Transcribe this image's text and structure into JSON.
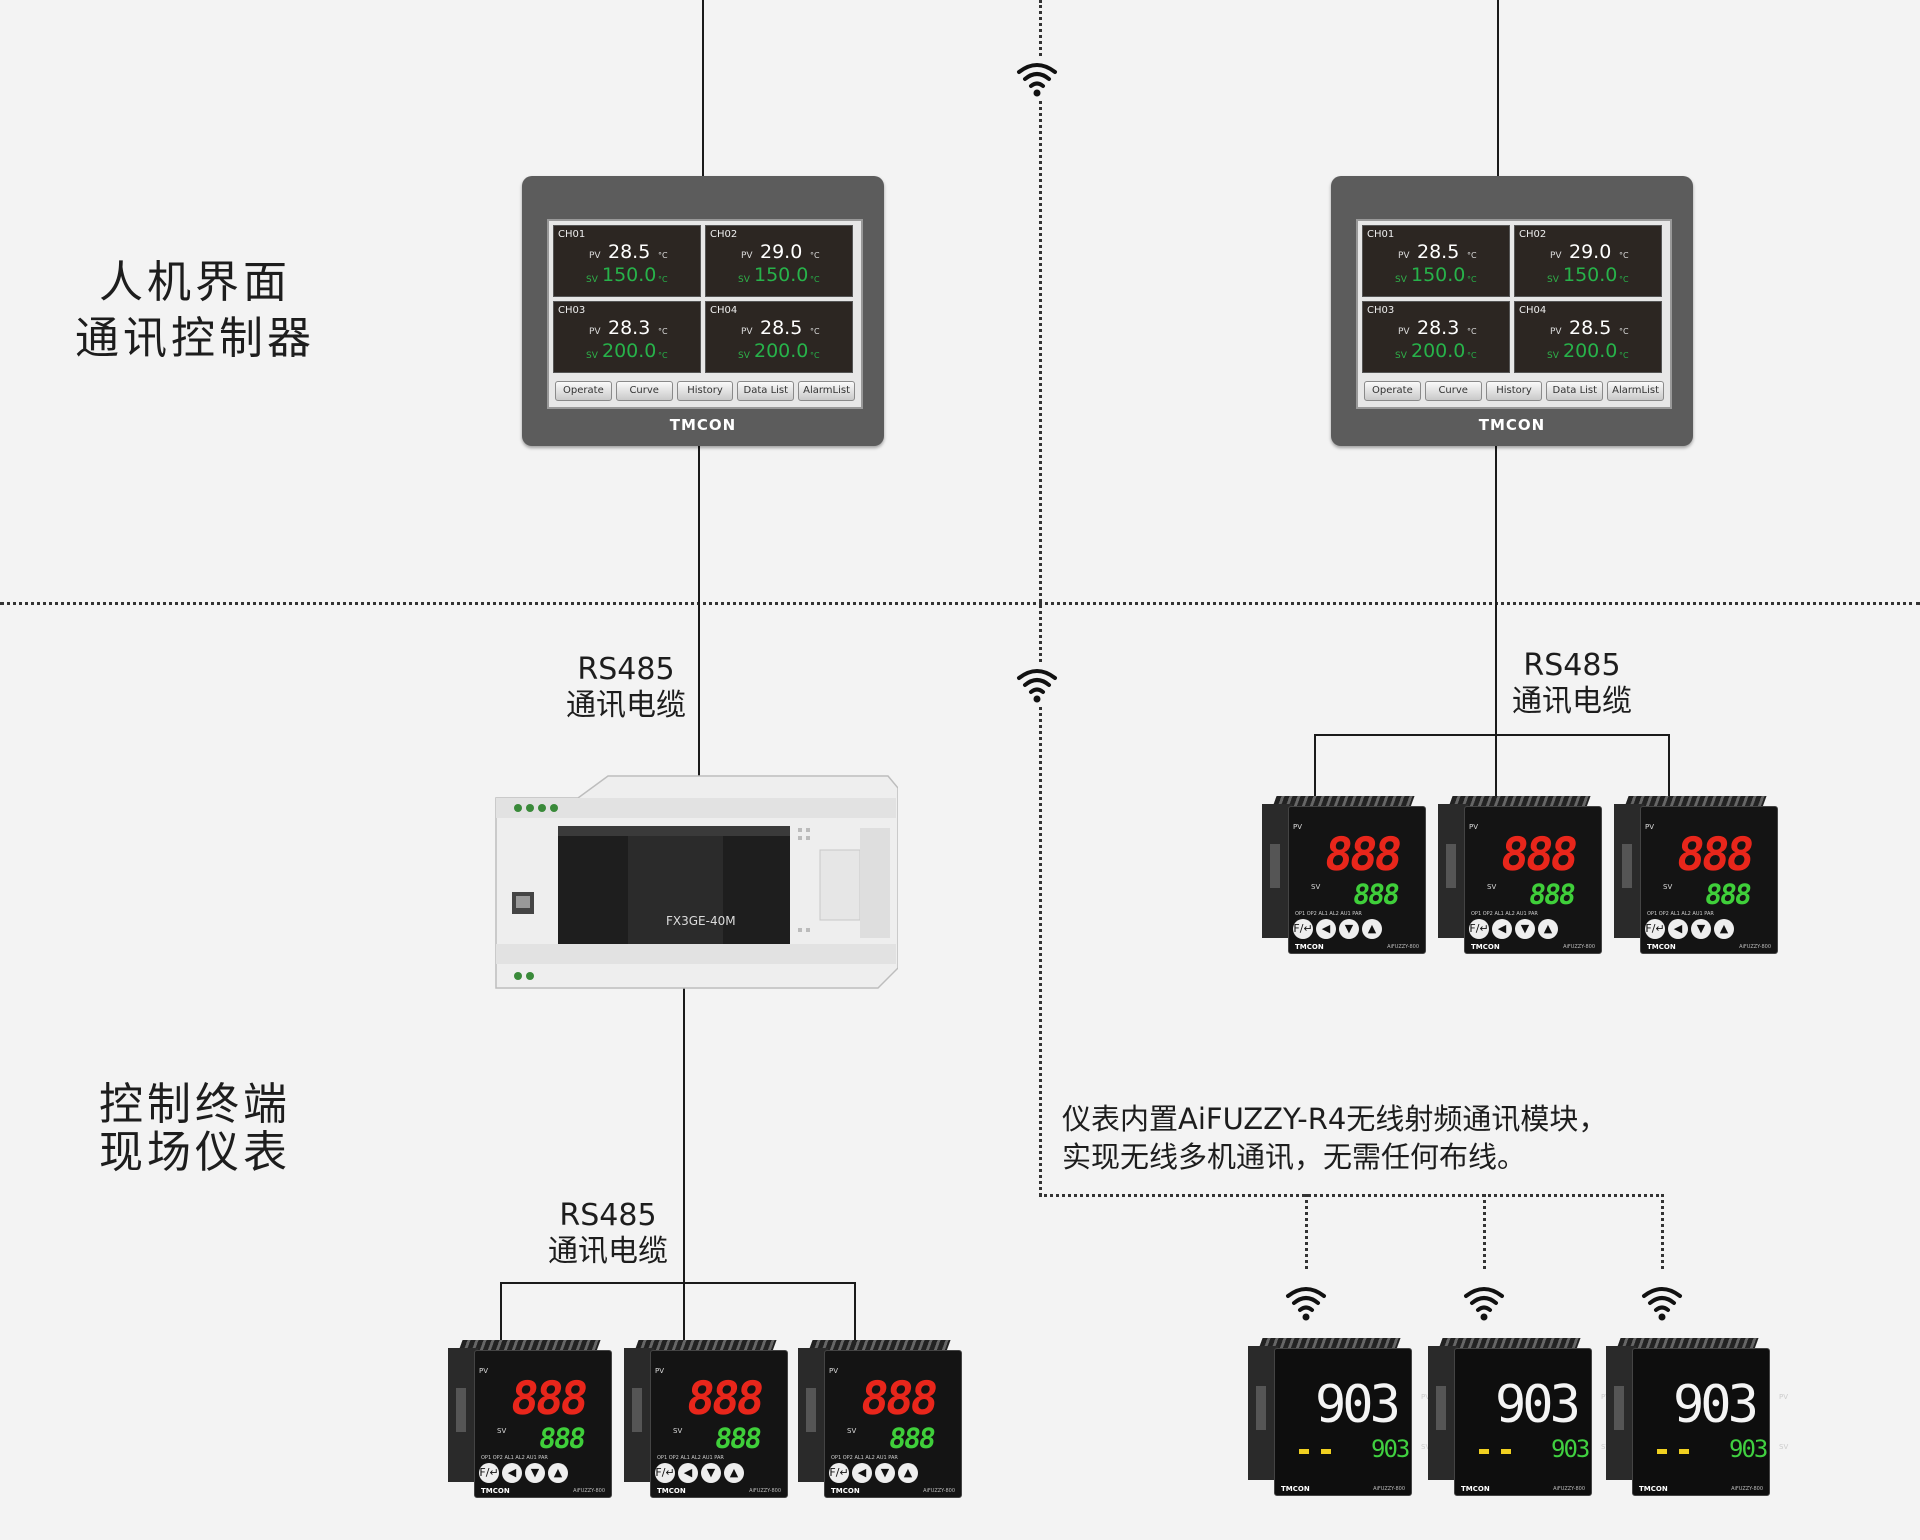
{
  "labels": {
    "layer_hmi_line1": "人机界面",
    "layer_hmi_line2": "通讯控制器",
    "layer_field_line1": "控制终端",
    "layer_field_line2": "现场仪表",
    "cable_1_line1": "RS485",
    "cable_1_line2": "通讯电缆",
    "cable_2_line1": "RS485",
    "cable_2_line2": "通讯电缆",
    "cable_3_line1": "RS485",
    "cable_3_line2": "通讯电缆",
    "note_line1": "仪表内置AiFUZZY-R4无线射频通讯模块，",
    "note_line2": "实现无线多机通讯，无需任何布线。"
  },
  "hmi": {
    "brand": "TMCON",
    "pv_label": "PV",
    "sv_label": "SV",
    "unit": "°C",
    "channels": [
      {
        "name": "CH01",
        "pv": "28.5",
        "sv": "150.0"
      },
      {
        "name": "CH02",
        "pv": "29.0",
        "sv": "150.0"
      },
      {
        "name": "CH03",
        "pv": "28.3",
        "sv": "200.0"
      },
      {
        "name": "CH04",
        "pv": "28.5",
        "sv": "200.0"
      }
    ],
    "buttons": [
      "Operate",
      "Curve",
      "History",
      "Data List",
      "AlarmList"
    ]
  },
  "plc": {
    "model": "FX3GE-40M"
  },
  "controller": {
    "pv_label": "PV",
    "sv_label": "SV",
    "pv_display": "888",
    "sv_display": "888",
    "indicators": "OP1 OP2 AL1 AL2 AU1 PAR",
    "brand": "TMCON",
    "model": "AiFUZZY-800",
    "keys": [
      "F/↵",
      "◀",
      "▼",
      "▲"
    ]
  },
  "wireless_controller": {
    "pv_display": "903",
    "sv_display": "903",
    "pv_unit": "PV",
    "sv_unit": "SV",
    "brand": "TMCON",
    "model": "AiFUZZY-800"
  },
  "colors": {
    "background": "#f3f3f3",
    "pv_red": "#e8261b",
    "sv_green": "#3fcf3a",
    "hmi_frame": "#5c5c5c"
  },
  "icons": {
    "wireless": "wifi-icon"
  }
}
